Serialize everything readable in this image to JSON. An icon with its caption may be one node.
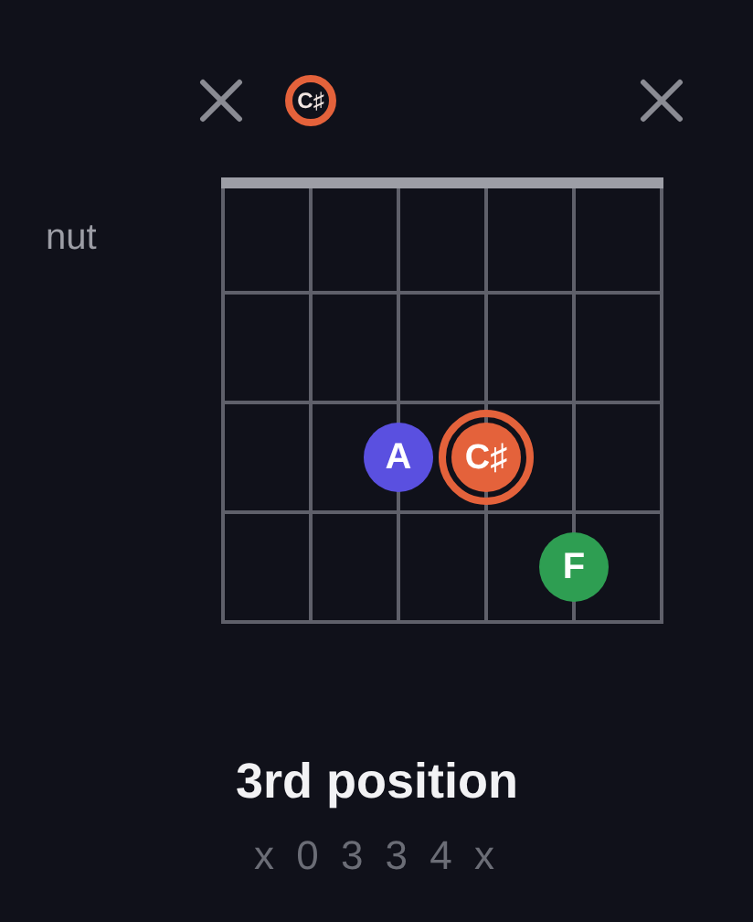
{
  "diagram": {
    "caption": "3rd position",
    "nodes": [
      {
        "text": [
          "C♯"
        ]
      },
      {
        "text": [
          "A"
        ]
      },
      {
        "text": [
          "C♯"
        ]
      },
      {
        "text": [
          "F"
        ]
      }
    ],
    "labels": [
      "nut",
      "x 0 3 3 4 x"
    ]
  }
}
